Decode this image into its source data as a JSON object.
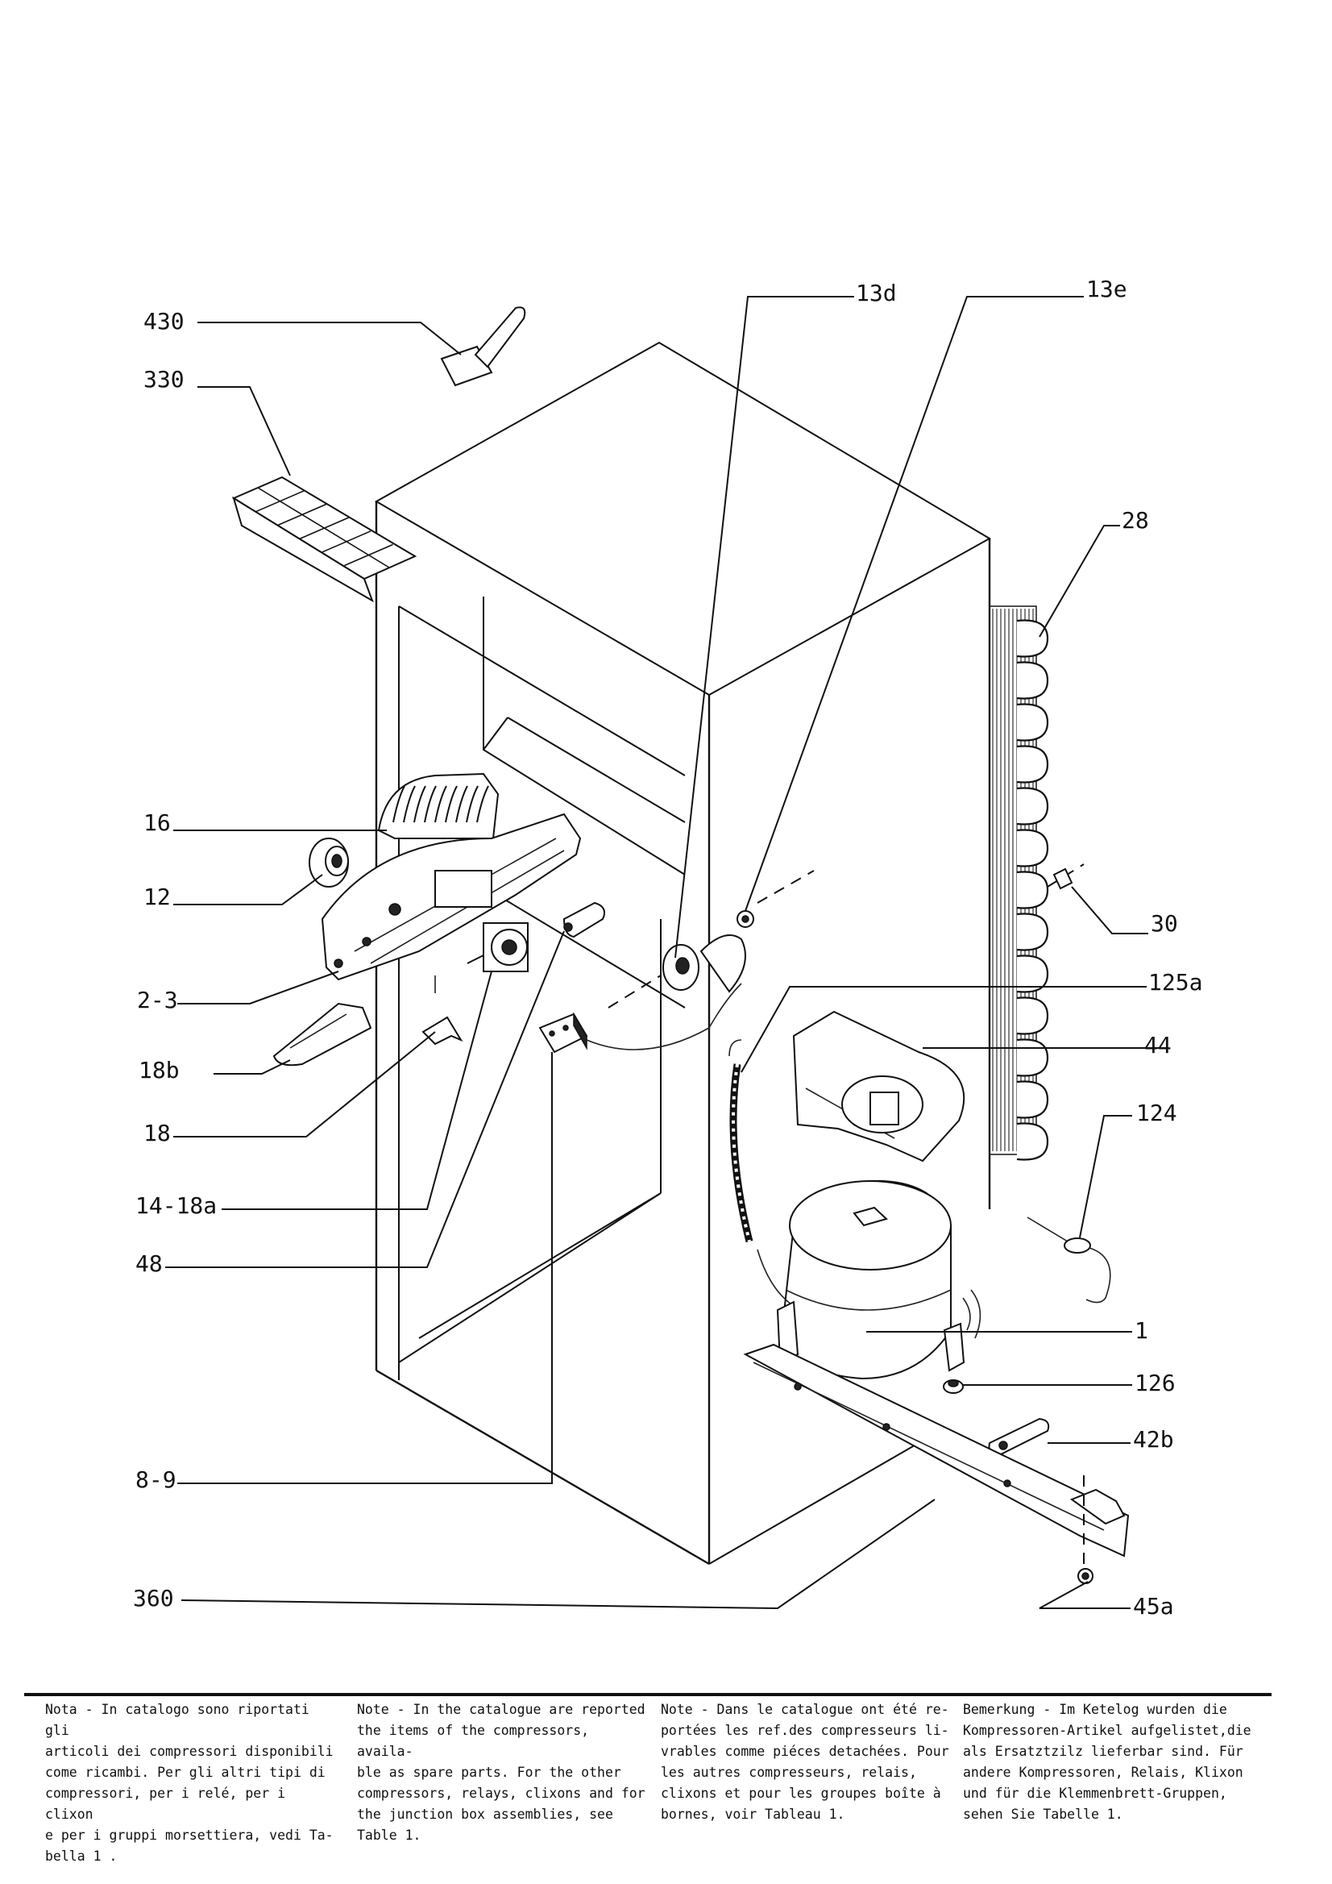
{
  "callouts": {
    "c430": "430",
    "c330": "330",
    "c13d": "13d",
    "c13e": "13e",
    "c28": "28",
    "c16": "16",
    "c12": "12",
    "c30": "30",
    "c125a": "125a",
    "c2_3": "2-3",
    "c44": "44",
    "c18b": "18b",
    "c124": "124",
    "c18": "18",
    "c14_18a": "14-18a",
    "c48": "48",
    "c1": "1",
    "c126": "126",
    "c42b": "42b",
    "c8_9": "8-9",
    "c360": "360",
    "c45a": "45a"
  },
  "notes": {
    "it": "Nota - In catalogo sono riportati gli\narticoli dei compressori disponibili\ncome ricambi. Per gli altri tipi di\ncompressori, per i relé, per i clixon\ne per i gruppi morsettiera, vedi Ta-\nbella 1 .",
    "en": "Note - In the catalogue are reported\nthe items of the compressors, availa-\nble as spare parts. For the other\ncompressors, relays, clixons and for\nthe junction box assemblies, see\nTable 1.",
    "fr": "Note - Dans le catalogue ont été re-\nportées les ref.des compresseurs li-\nvrables comme piéces detachées. Pour\nles autres compresseurs, relais,\nclixons et pour les groupes boîte à\nbornes, voir Tableau 1.",
    "de": "Bemerkung - Im Ketelog wurden die\nKompressoren-Artikel aufgelistet,die\nals Ersatztzilz lieferbar sind. Für\nandere Kompressoren, Relais, Klixon\nund für die Klemmenbrett-Gruppen,\nsehen Sie Tabelle 1."
  }
}
